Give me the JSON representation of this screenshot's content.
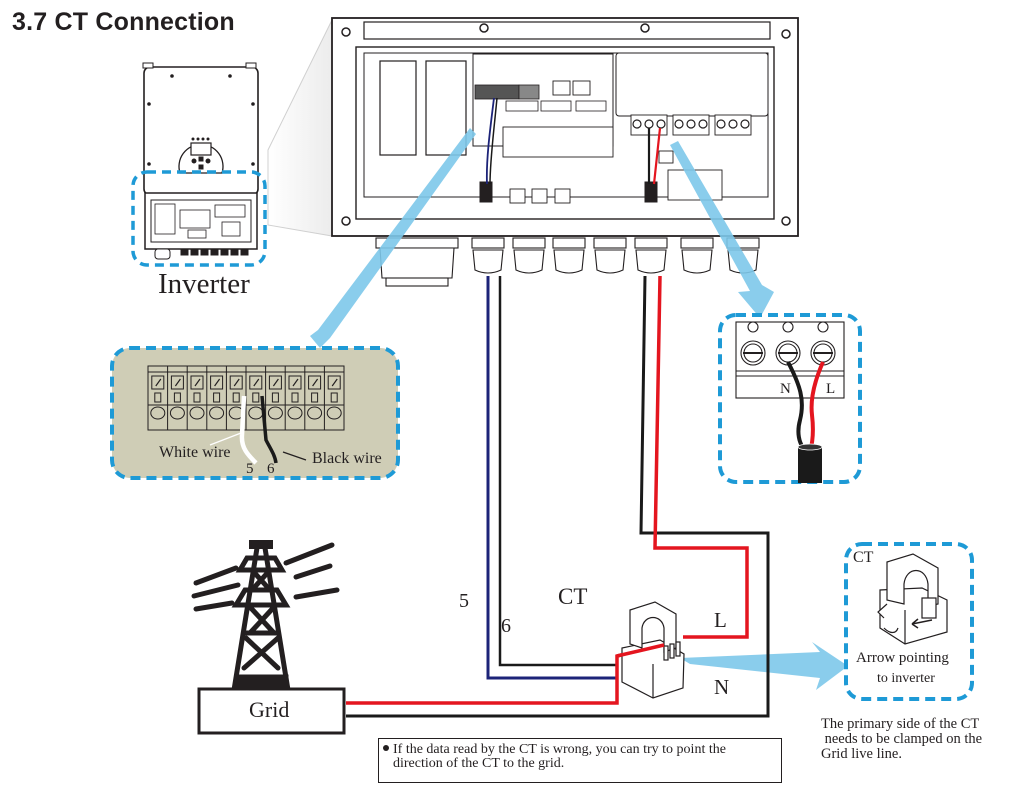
{
  "title": "3.7 CT Connection",
  "labels": {
    "inverter": "Inverter",
    "white_wire": "White wire",
    "black_wire": "Black wire",
    "terminal_5": "5",
    "terminal_6": "6",
    "terminal_N": "N",
    "terminal_L": "L",
    "wire_5": "5",
    "wire_6": "6",
    "ct": "CT",
    "line_L": "L",
    "line_N": "N",
    "grid": "Grid",
    "ct_detail_title": "CT",
    "ct_detail_caption_line1": "Arrow pointing",
    "ct_detail_caption_line2": "to inverter"
  },
  "notes": {
    "bullet_note": "If the data read by the CT is wrong, you can try to point the direction of the CT to the grid.",
    "side_note_line1": "The primary side of the CT",
    "side_note_line2": " needs to be clamped on the",
    "side_note_line3": "Grid live line."
  },
  "colors": {
    "callout_blue": "#1e9ad6",
    "arrow_blue": "#7dc8ea",
    "wire_red": "#e4151f",
    "wire_navy": "#1c2378",
    "wire_black": "#1a1a1a",
    "terminal_panel_bg": "#cfcdb6"
  }
}
